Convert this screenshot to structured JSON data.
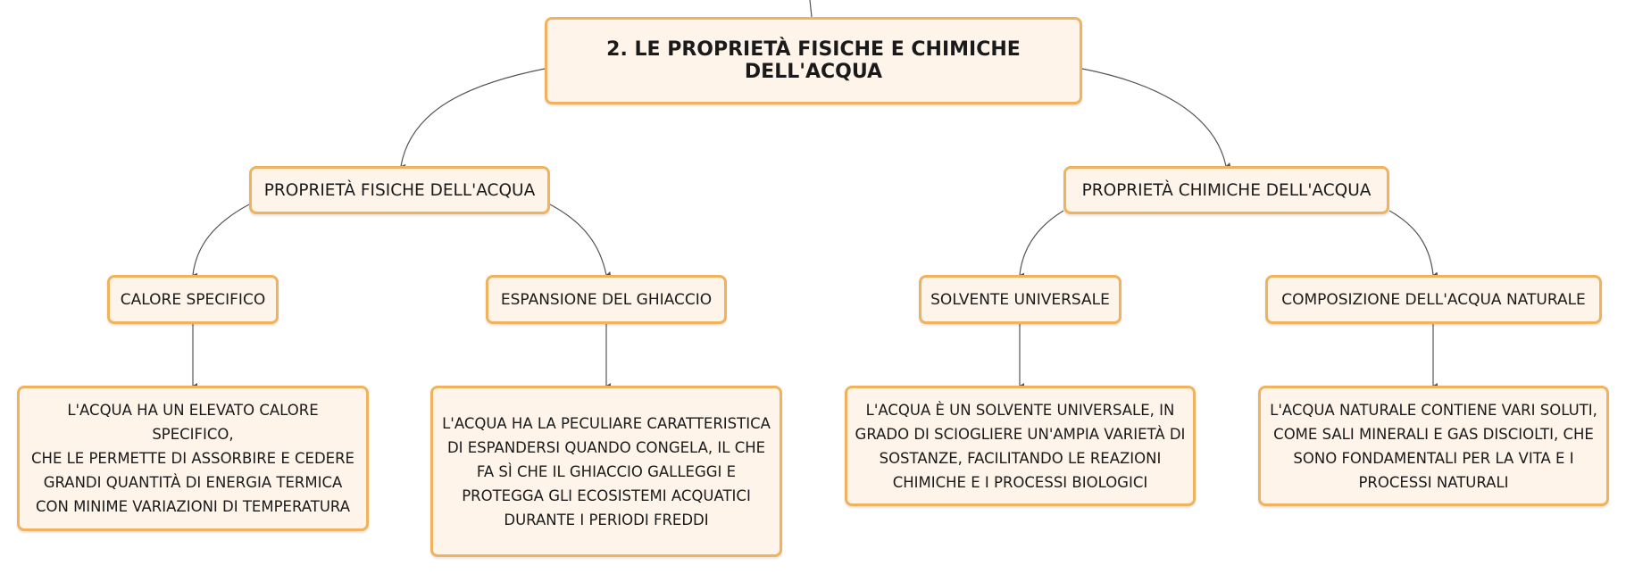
{
  "colors": {
    "node_fill": "#fef4ea",
    "node_border": "#f0b25c",
    "connector": "#555555"
  },
  "root": {
    "label": "2. LE PROPRIETÀ FISICHE E CHIMICHE DELL'ACQUA"
  },
  "branches": {
    "physical": {
      "label": "PROPRIETÀ FISICHE DELL'ACQUA",
      "children": {
        "specific_heat": {
          "label": "CALORE SPECIFICO",
          "description": [
            "L'ACQUA HA UN ELEVATO CALORE SPECIFICO,",
            "CHE LE PERMETTE DI ASSORBIRE E CEDERE",
            "GRANDI QUANTITÀ DI ENERGIA TERMICA",
            "CON MINIME VARIAZIONI DI TEMPERATURA"
          ]
        },
        "ice_expansion": {
          "label": "ESPANSIONE DEL GHIACCIO",
          "description": [
            "L'ACQUA HA LA PECULIARE CARATTERISTICA",
            "DI ESPANDERSI QUANDO CONGELA, IL CHE",
            "FA SÌ CHE IL GHIACCIO GALLEGGI E",
            "PROTEGGA GLI ECOSISTEMI ACQUATICI",
            "DURANTE I PERIODI FREDDI"
          ]
        }
      }
    },
    "chemical": {
      "label": "PROPRIETÀ CHIMICHE DELL'ACQUA",
      "children": {
        "universal_solvent": {
          "label": "SOLVENTE UNIVERSALE",
          "description": [
            "L'ACQUA È UN SOLVENTE UNIVERSALE, IN",
            "GRADO DI SCIOGLIERE UN'AMPIA VARIETÀ DI",
            "SOSTANZE, FACILITANDO LE REAZIONI",
            "CHIMICHE E I PROCESSI BIOLOGICI"
          ]
        },
        "natural_composition": {
          "label": "COMPOSIZIONE DELL'ACQUA NATURALE",
          "description": [
            "L'ACQUA NATURALE CONTIENE VARI SOLUTI,",
            "COME SALI MINERALI E GAS DISCIOLTI, CHE",
            "SONO FONDAMENTALI PER LA VITA E I",
            "PROCESSI NATURALI"
          ]
        }
      }
    }
  }
}
